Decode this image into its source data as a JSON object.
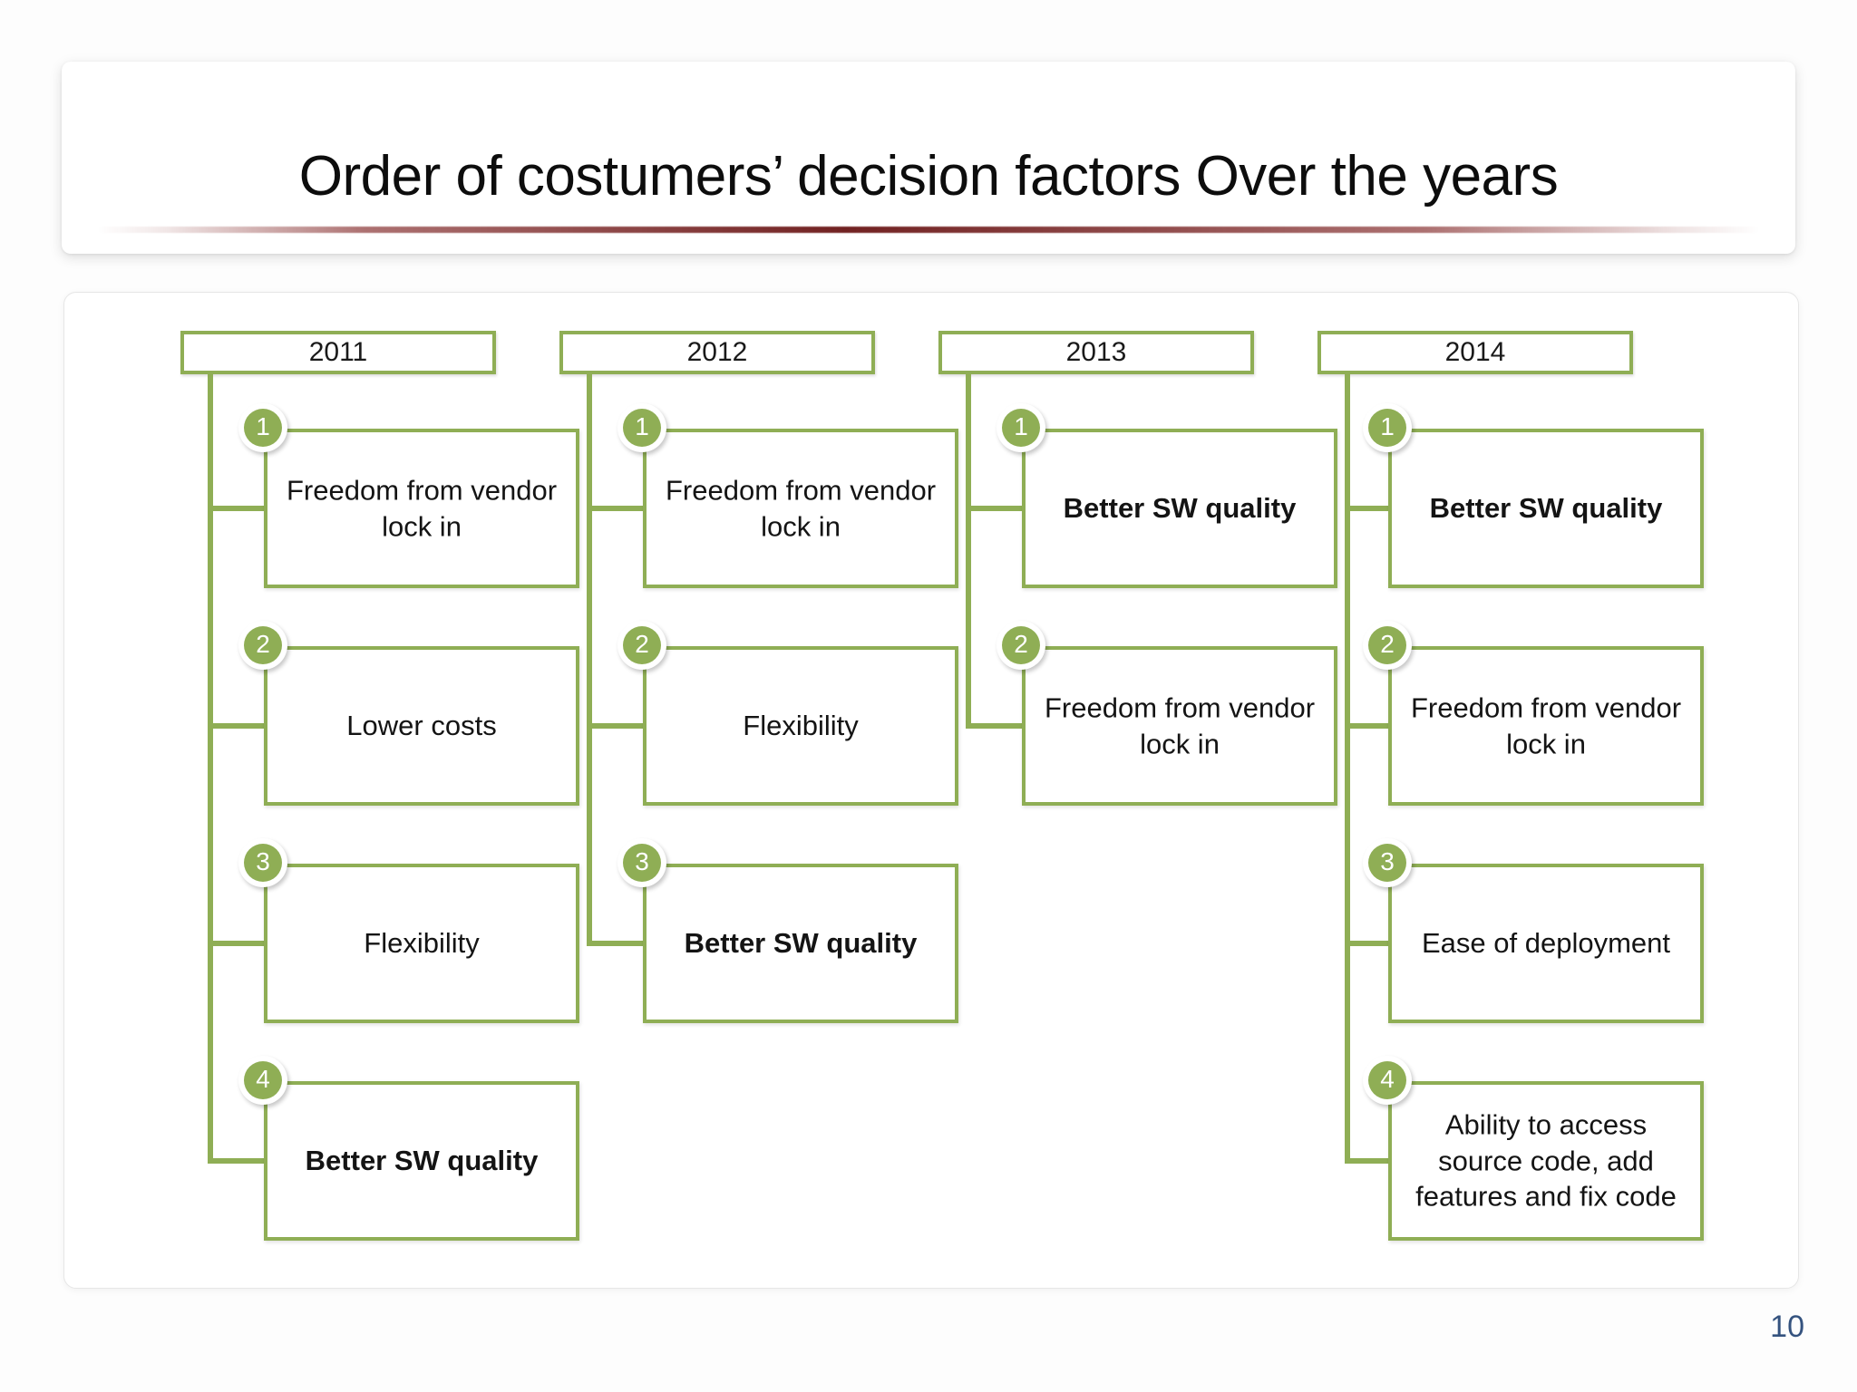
{
  "slide": {
    "title": "Order of costumers’ decision factors Over the years",
    "page_number": "10",
    "accent_green": "#8fae55",
    "rule_color": "#6a1616",
    "page_number_color": "#35537f"
  },
  "diagram": {
    "type": "timeline-ranking",
    "columns": [
      {
        "year": "2011",
        "items": [
          {
            "rank": "1",
            "label": "Freedom from vendor\nlock in",
            "bold": false
          },
          {
            "rank": "2",
            "label": "Lower costs",
            "bold": false
          },
          {
            "rank": "3",
            "label": "Flexibility",
            "bold": false
          },
          {
            "rank": "4",
            "label": "Better SW quality",
            "bold": true
          }
        ]
      },
      {
        "year": "2012",
        "items": [
          {
            "rank": "1",
            "label": "Freedom from vendor\nlock in",
            "bold": false
          },
          {
            "rank": "2",
            "label": "Flexibility",
            "bold": false
          },
          {
            "rank": "3",
            "label": "Better SW quality",
            "bold": true
          }
        ]
      },
      {
        "year": "2013",
        "items": [
          {
            "rank": "1",
            "label": "Better SW quality",
            "bold": true
          },
          {
            "rank": "2",
            "label": "Freedom from vendor\nlock in",
            "bold": false
          }
        ]
      },
      {
        "year": "2014",
        "items": [
          {
            "rank": "1",
            "label": "Better SW quality",
            "bold": true
          },
          {
            "rank": "2",
            "label": "Freedom from vendor\nlock in",
            "bold": false
          },
          {
            "rank": "3",
            "label": "Ease of deployment",
            "bold": false
          },
          {
            "rank": "4",
            "label": "Ability to access\nsource code, add\nfeatures and fix code",
            "bold": false
          }
        ]
      }
    ]
  }
}
